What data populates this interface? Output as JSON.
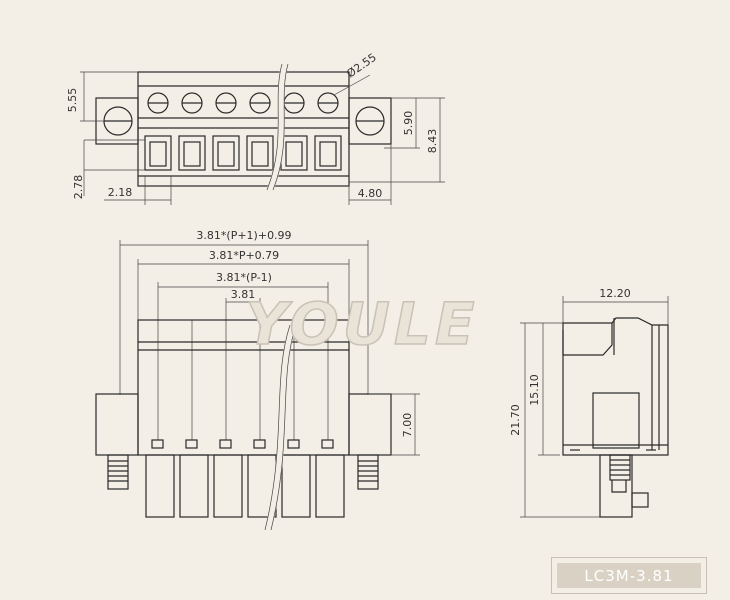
{
  "watermark": "YOULE",
  "model_label": "LC3M-3.81",
  "top_view": {
    "dims": {
      "d_5_55": "5.55",
      "d_2_55": "Ø2.55",
      "d_5_90": "5.90",
      "d_8_43": "8.43",
      "d_2_78": "2.78",
      "d_2_18": "2.18",
      "d_4_80": "4.80"
    }
  },
  "front_view": {
    "dims": {
      "d_total": "3.81*(P+1)+0.99",
      "d_body": "3.81*P+0.79",
      "d_pitch_span": "3.81*(P-1)",
      "d_pitch": "3.81",
      "d_7_00": "7.00"
    }
  },
  "side_view": {
    "dims": {
      "d_12_20": "12.20",
      "d_15_10": "15.10",
      "d_21_70": "21.70"
    }
  },
  "colors": {
    "background": "#f4efe6",
    "line": "#2a2a2a",
    "label_box": "#d9d1c4"
  }
}
